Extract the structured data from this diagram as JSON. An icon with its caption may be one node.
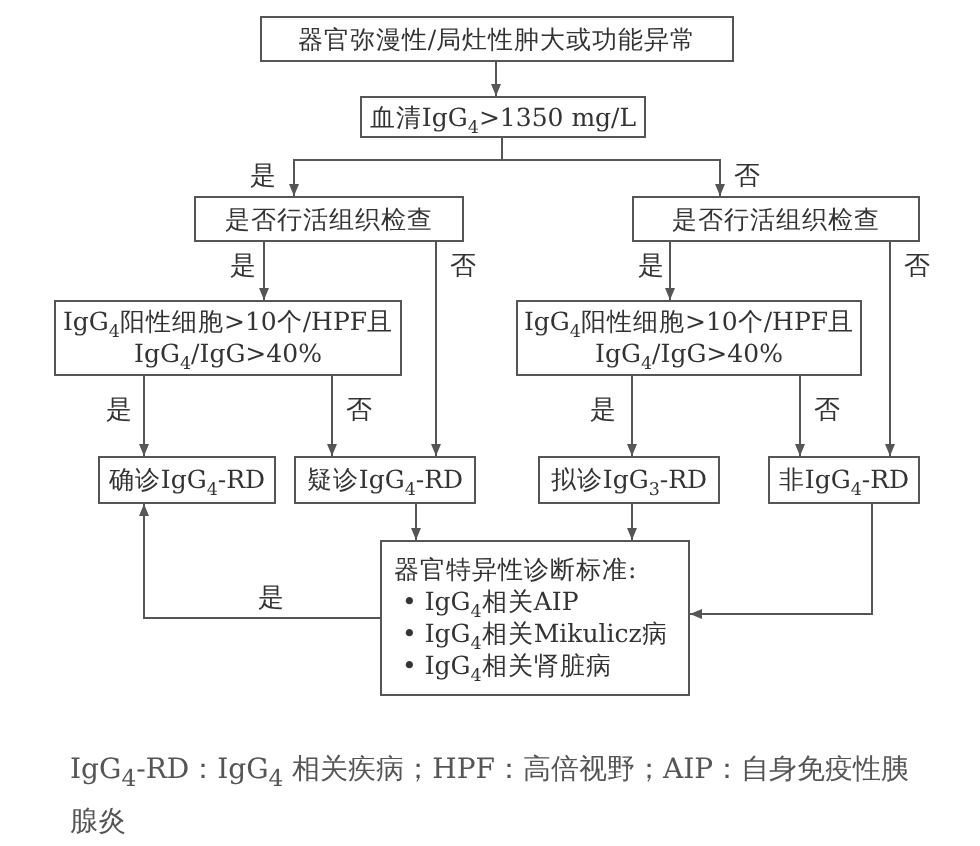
{
  "diagram": {
    "caption": "IgG$_{4}$-RD：IgG$_{4}$ 相关疾病；HPF：高倍视野；AIP：自身免疫性胰腺炎",
    "nodes": [
      {
        "text": [
          "器官弥漫性/局灶性肿大或功能异常"
        ]
      },
      {
        "text": [
          "血清IgG$_{4}$>1350 mg/L"
        ]
      },
      {
        "text": [
          "是否行活组织检查"
        ]
      },
      {
        "text": [
          "是否行活组织检查"
        ]
      },
      {
        "text": [
          "IgG$_{4}$阳性细胞>10个/HPF且 IgG$_{4}$/IgG>40%"
        ]
      },
      {
        "text": [
          "IgG$_{4}$阳性细胞>10个/HPF且 IgG$_{4}$/IgG>40%"
        ]
      },
      {
        "text": [
          "确诊IgG$_{4}$-RD"
        ]
      },
      {
        "text": [
          "疑诊IgG$_{4}$-RD"
        ]
      },
      {
        "text": [
          "拟诊IgG$_{3}$-RD"
        ]
      },
      {
        "text": [
          "非IgG$_{4}$-RD"
        ]
      },
      {
        "text": [
          "器官特异性诊断标准:",
          "• IgG$_{4}$相关AIP",
          "• IgG$_{4}$相关Mikulicz病",
          "• IgG$_{4}$相关肾脏病"
        ]
      }
    ],
    "edges": [
      {
        "from": 0,
        "to": 1,
        "arrow": "to"
      },
      {
        "from": 1,
        "to": 2,
        "arrow": "to",
        "label": "是"
      },
      {
        "from": 1,
        "to": 3,
        "arrow": "to",
        "label": "否"
      },
      {
        "from": 2,
        "to": 4,
        "arrow": "to",
        "label": "是"
      },
      {
        "from": 2,
        "to": 7,
        "arrow": "to",
        "label": "否"
      },
      {
        "from": 3,
        "to": 5,
        "arrow": "to",
        "label": "是"
      },
      {
        "from": 3,
        "to": 9,
        "arrow": "to",
        "label": "否"
      },
      {
        "from": 4,
        "to": 6,
        "arrow": "to",
        "label": "是"
      },
      {
        "from": 4,
        "to": 7,
        "arrow": "to",
        "label": "否"
      },
      {
        "from": 5,
        "to": 8,
        "arrow": "to",
        "label": "是"
      },
      {
        "from": 5,
        "to": 9,
        "arrow": "to",
        "label": "否"
      },
      {
        "from": 7,
        "to": 10,
        "arrow": "to"
      },
      {
        "from": 8,
        "to": 10,
        "arrow": "to"
      },
      {
        "from": 9,
        "to": 10,
        "arrow": "to"
      },
      {
        "from": 10,
        "to": 6,
        "arrow": "to",
        "label": "是"
      }
    ]
  }
}
